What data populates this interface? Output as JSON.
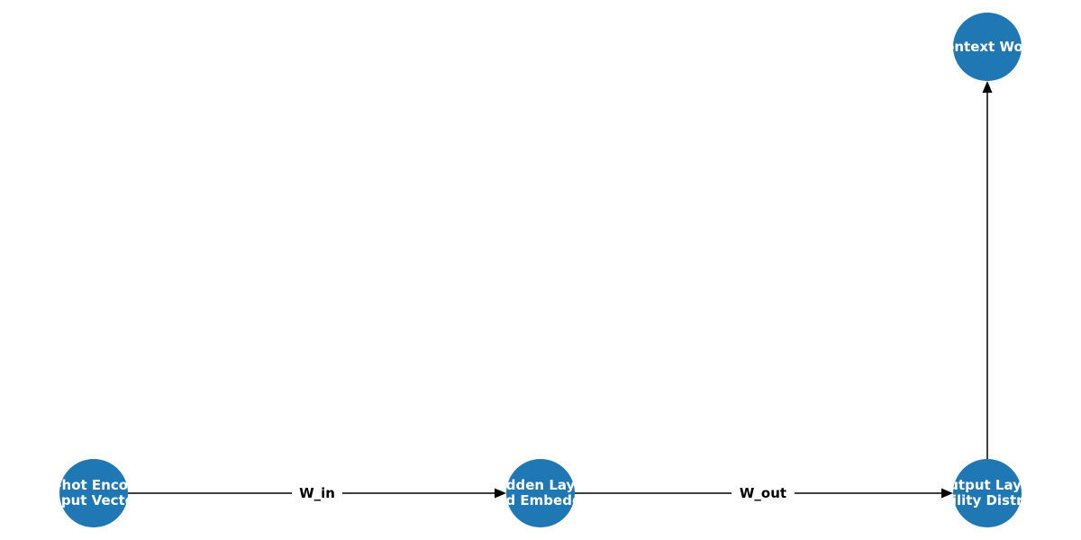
{
  "diagram": {
    "colors": {
      "node_fill": "#1f77b4",
      "node_text": "#ffffff",
      "edge": "#000000",
      "background": "#ffffff"
    },
    "nodes": [
      {
        "id": "input",
        "lines": [
          "One-hot Encoding",
          "Input Vector"
        ]
      },
      {
        "id": "hidden",
        "lines": [
          "Hidden Layer",
          "Word Embedding"
        ]
      },
      {
        "id": "output",
        "lines": [
          "Output Layer",
          "Probability Distribution"
        ]
      },
      {
        "id": "context",
        "lines": [
          "Context Word"
        ]
      }
    ],
    "edges": [
      {
        "from": "input",
        "to": "hidden",
        "label": "W_in"
      },
      {
        "from": "hidden",
        "to": "output",
        "label": "W_out"
      },
      {
        "from": "output",
        "to": "context",
        "label": ""
      }
    ]
  }
}
